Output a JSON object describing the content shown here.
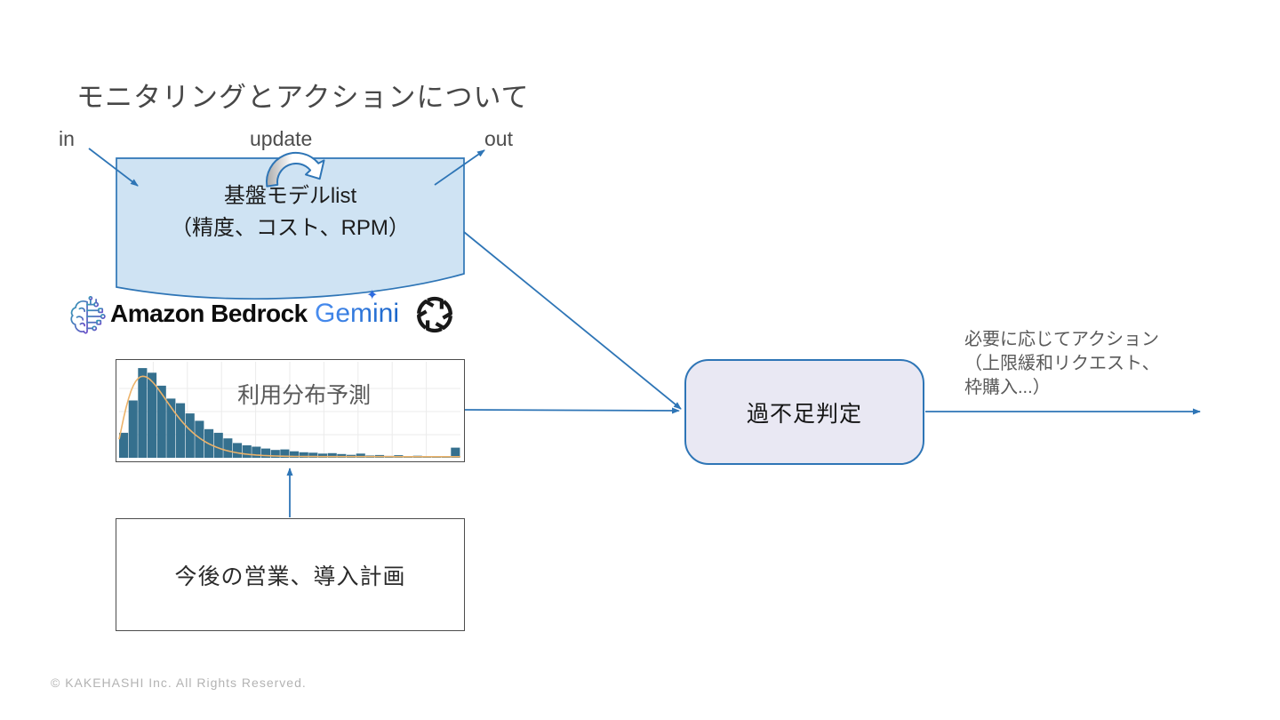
{
  "title": "モニタリングとアクションについて",
  "flow_labels": {
    "in": "in",
    "update": "update",
    "out": "out"
  },
  "model_list_box": {
    "line1": "基盤モデルlist",
    "line2": "（精度、コスト、RPM）"
  },
  "providers": {
    "amazon_bedrock": "Amazon Bedrock",
    "gemini": "Gemini",
    "gemini_sparkle": "✦",
    "openai_icon": "openai-logo"
  },
  "histogram_label": "利用分布予測",
  "judge_box": {
    "label": "過不足判定"
  },
  "action_note": {
    "line1": "必要に応じてアクション",
    "line2": "（上限緩和リクエスト、",
    "line3": "枠購入...）"
  },
  "plan_box": {
    "label": "今後の営業、導入計画"
  },
  "footer": "© KAKEHASHI Inc. All Rights Reserved.",
  "colors": {
    "accent_blue": "#2e75b6",
    "doc_fill": "#cfe3f3",
    "judge_fill": "#e9e8f3",
    "bar_color": "#35708e",
    "curve_color": "#edb36a",
    "grid_color": "#ebebeb",
    "box_border_gray": "#4c4c4c"
  },
  "chart_data": {
    "type": "bar",
    "title": "利用分布予測",
    "xlabel": "",
    "ylabel": "",
    "grid": true,
    "legend": "none",
    "note": "right-skewed usage histogram with fitted density curve; relative heights 0-1",
    "values": [
      0.27,
      0.62,
      0.97,
      0.92,
      0.78,
      0.64,
      0.59,
      0.48,
      0.4,
      0.31,
      0.27,
      0.21,
      0.16,
      0.135,
      0.12,
      0.1,
      0.085,
      0.09,
      0.07,
      0.06,
      0.055,
      0.045,
      0.05,
      0.04,
      0.032,
      0.045,
      0.025,
      0.03,
      0.02,
      0.028,
      0.018,
      0.022,
      0.015,
      0.018,
      0.014,
      0.11
    ],
    "curve": {
      "shape": "gamma-like fit",
      "peak_rel_height": 0.87,
      "peak_bin": 2.5
    }
  }
}
